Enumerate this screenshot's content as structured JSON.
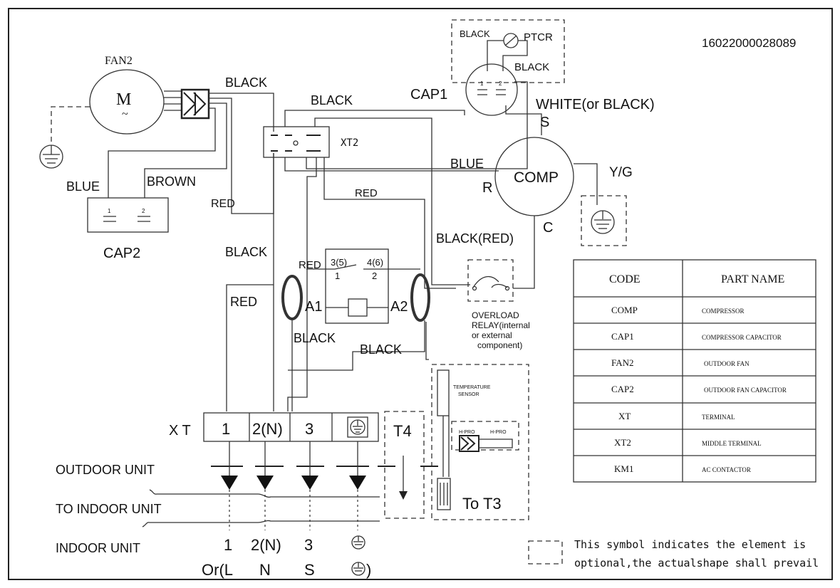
{
  "doc_number": "16022000028089",
  "components": {
    "fan2": "FAN2",
    "motor_symbol": "M",
    "motor_tilde": "~",
    "cap1": "CAP1",
    "cap2": "CAP2",
    "ptcr": "PTCR",
    "comp": "COMP",
    "xt2": "XT2",
    "xt": "X T",
    "t4": "T4",
    "overload_relay": [
      "OVERLOAD",
      "RELAY(internal",
      "or external",
      "component)"
    ],
    "temp_sensor": [
      "TEMPERATURE",
      "SENSOR"
    ],
    "h_pro_left": "H-PRO",
    "h_pro_right": "H-PRO",
    "to_t3": "To T3",
    "contactor_a1": "A1",
    "contactor_a2": "A2",
    "contactor_pin_3_5": "3(5)",
    "contactor_pin_4_6": "4(6)",
    "contactor_pin_1": "1",
    "contactor_pin_2": "2",
    "cap_pin_1": "1",
    "cap_pin_2": "2",
    "comp_s": "S",
    "comp_r": "R",
    "comp_c": "C"
  },
  "wire_labels": {
    "black_ptcr_left": "BLACK",
    "black_ptcr_right": "BLACK",
    "white_or_black": "WHITE(or BLACK)",
    "black_fan": "BLACK",
    "black_xt2_top": "BLACK",
    "blue_fan": "BLUE",
    "brown_fan": "BROWN",
    "red_fan": "RED",
    "blue_comp": "BLUE",
    "red_mid": "RED",
    "yg": "Y/G",
    "black_red": "BLACK(RED)",
    "black_left": "BLACK",
    "red_contactor": "RED",
    "red_left": "RED",
    "black_lower1": "BLACK",
    "black_lower2": "BLACK"
  },
  "terminal_block": {
    "terminals": [
      "1",
      "2(N)",
      "3"
    ]
  },
  "sections": {
    "outdoor_unit": "OUTDOOR UNIT",
    "to_indoor_unit": "TO INDOOR UNIT",
    "indoor_unit": "INDOOR UNIT"
  },
  "indoor_terminals": {
    "row1": [
      "1",
      "2(N)",
      "3"
    ],
    "row2": [
      "Or(L",
      "N",
      "S"
    ],
    "ground_close": ")"
  },
  "parts_table": {
    "headers": [
      "CODE",
      "PART NAME"
    ],
    "rows": [
      [
        "COMP",
        "COMPRESSOR"
      ],
      [
        "CAP1",
        "COMPRESSOR CAPACITOR"
      ],
      [
        "FAN2",
        "OUTDOOR FAN"
      ],
      [
        "CAP2",
        "OUTDOOR FAN CAPACITOR"
      ],
      [
        "XT",
        "TERMINAL"
      ],
      [
        "XT2",
        "MIDDLE TERMINAL"
      ],
      [
        "KM1",
        "AC CONTACTOR"
      ]
    ]
  },
  "legend": {
    "line1": "This symbol indicates the element is",
    "line2": "optional,the actualshape shall prevail"
  }
}
